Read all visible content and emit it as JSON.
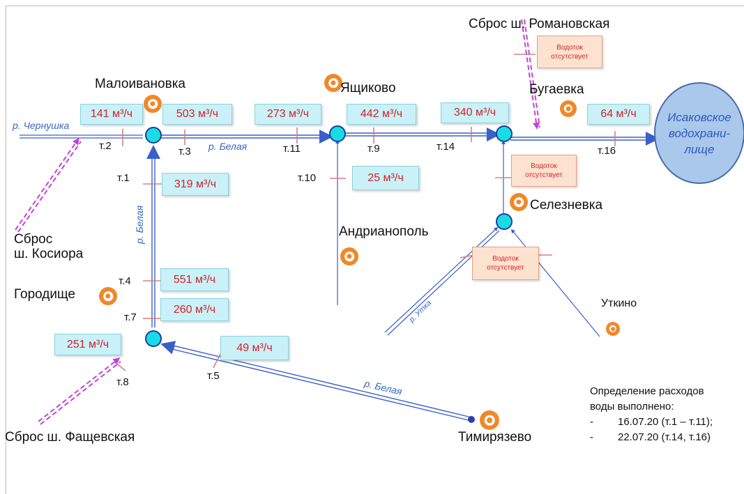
{
  "flows": {
    "t2": "141 м³/ч",
    "t3": "503 м³/ч",
    "t11": "273 м³/ч",
    "t9": "442 м³/ч",
    "t14": "340 м³/ч",
    "t16": "64 м³/ч",
    "t1": "319 м³/ч",
    "t10": "25 м³/ч",
    "t4": "551 м³/ч",
    "t7": "260 м³/ч",
    "t8": "251 м³/ч",
    "t5": "49 м³/ч"
  },
  "absent_label": "Водоток отсутствует",
  "points": {
    "t1": "т.1",
    "t2": "т.2",
    "t3": "т.3",
    "t4": "т.4",
    "t5": "т.5",
    "t7": "т.7",
    "t8": "т.8",
    "t9": "т.9",
    "t10": "т.10",
    "t11": "т.11",
    "t14": "т.14",
    "t16": "т.16"
  },
  "places": {
    "maloivanovka": "Малоивановка",
    "yashchikovo": "Ящиково",
    "bugaevka": "Бугаевка",
    "andrianopol": "Андрианополь",
    "seleznevka": "Селезневка",
    "gorodishche": "Городище",
    "utkino": "Уткино",
    "timiryazevo": "Тимирязево"
  },
  "discharges": {
    "romanovskaya": "Сброс ш. Романовская",
    "kosiora_1": "Сброс",
    "kosiora_2": "ш. Косиора",
    "fashchevskaya": "Сброс ш. Фащевская"
  },
  "rivers": {
    "chernushka": "р. Чернушка",
    "belaya_main": "р. Белая",
    "belaya_vertical": "р. Белая",
    "belaya_lower": "р. Белая",
    "utka": "р. Утка"
  },
  "reservoir": {
    "line1": "Исаковское",
    "line2": "водохрани-",
    "line3": "лище"
  },
  "note": {
    "title": "Определение расходов",
    "title2": "воды выполнено:",
    "dash": "-",
    "item1": "16.07.20 (т.1 – т.11);",
    "item2": "22.07.20 (т.14, т.16)"
  },
  "colors": {
    "river": "#3a5fc9",
    "node": "#19dbe6",
    "discharge_arrow": "#c044d8",
    "box_fill": "#c9f1f7",
    "absent_fill": "#fde2cf",
    "settlement": "#f0882a"
  }
}
